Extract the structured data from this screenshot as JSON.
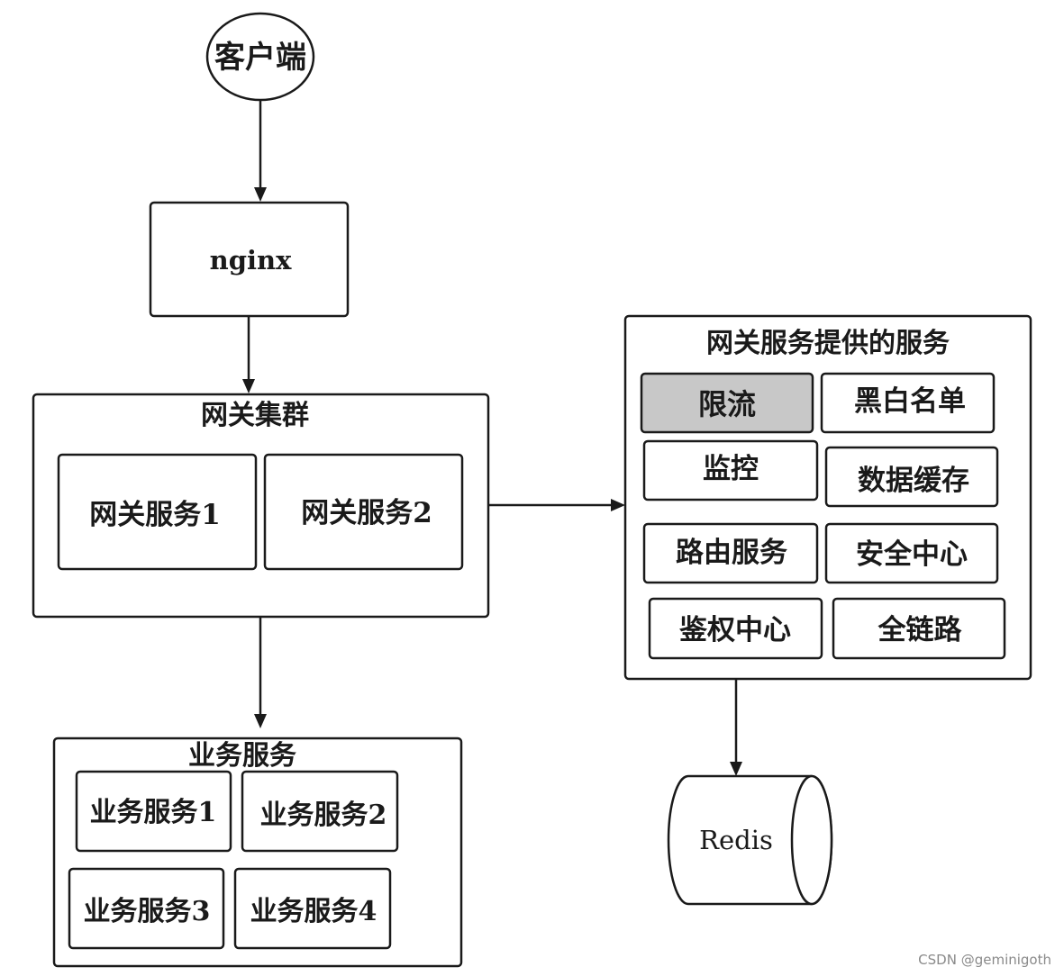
{
  "client": {
    "label": "客户端"
  },
  "nginx": {
    "label": "nginx"
  },
  "gateway_cluster": {
    "title": "网关集群",
    "services": [
      "网关服务1",
      "网关服务2"
    ]
  },
  "gateway_features": {
    "title": "网关服务提供的服务",
    "items": [
      "限流",
      "黑白名单",
      "监控",
      "数据缓存",
      "路由服务",
      "安全中心",
      "鉴权中心",
      "全链路"
    ],
    "highlight_color": "#c8c8c8"
  },
  "business": {
    "title": "业务服务",
    "services": [
      "业务服务1",
      "业务服务2",
      "业务服务3",
      "业务服务4"
    ]
  },
  "redis": {
    "label": "Redis"
  },
  "watermark": {
    "text": "CSDN @geminigoth"
  }
}
